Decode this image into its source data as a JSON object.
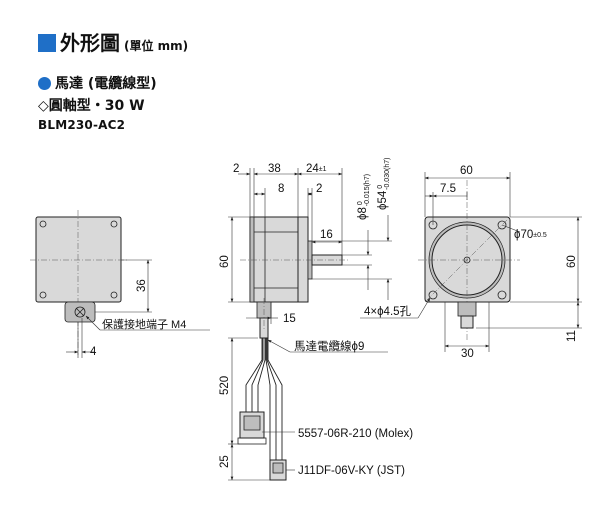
{
  "header": {
    "title": "外形圖",
    "unit": "(單位 mm)",
    "motor_type": "馬達 (電纜線型)",
    "shaft_type": "◇圓軸型・30 W",
    "model": "BLM230-AC2"
  },
  "labels": {
    "ground_terminal": "保護接地端子 M4",
    "motor_cable": "馬達電纜線ϕ9",
    "connector_molex": "5557-06R-210 (Molex)",
    "connector_jst": "J11DF-06V-KY (JST)",
    "mount_holes": "4×ϕ4.5孔"
  },
  "dims": {
    "left_height": "36",
    "left_offset": "4",
    "side_total": "60",
    "side_2": "2",
    "side_38": "38",
    "side_24": "24",
    "side_24_tol": "±1",
    "side_8": "8",
    "side_2b": "2",
    "side_16": "16",
    "side_15": "15",
    "shaft_dia": "ϕ8",
    "shaft_tol": "-0.015(h7)",
    "shaft_tol_zero": "0",
    "pilot_dia": "ϕ54",
    "pilot_tol": "-0.030(h7)",
    "pilot_tol_zero": "0",
    "cable_520": "520",
    "cable_25": "25",
    "front_60w": "60",
    "front_60h": "60",
    "front_75": "7.5",
    "front_pcd": "ϕ70",
    "front_pcd_tol": "±0.5",
    "front_30": "30",
    "front_11": "11"
  },
  "colors": {
    "accent": "#1f6fc7",
    "body_fill": "#d9d9d9"
  }
}
